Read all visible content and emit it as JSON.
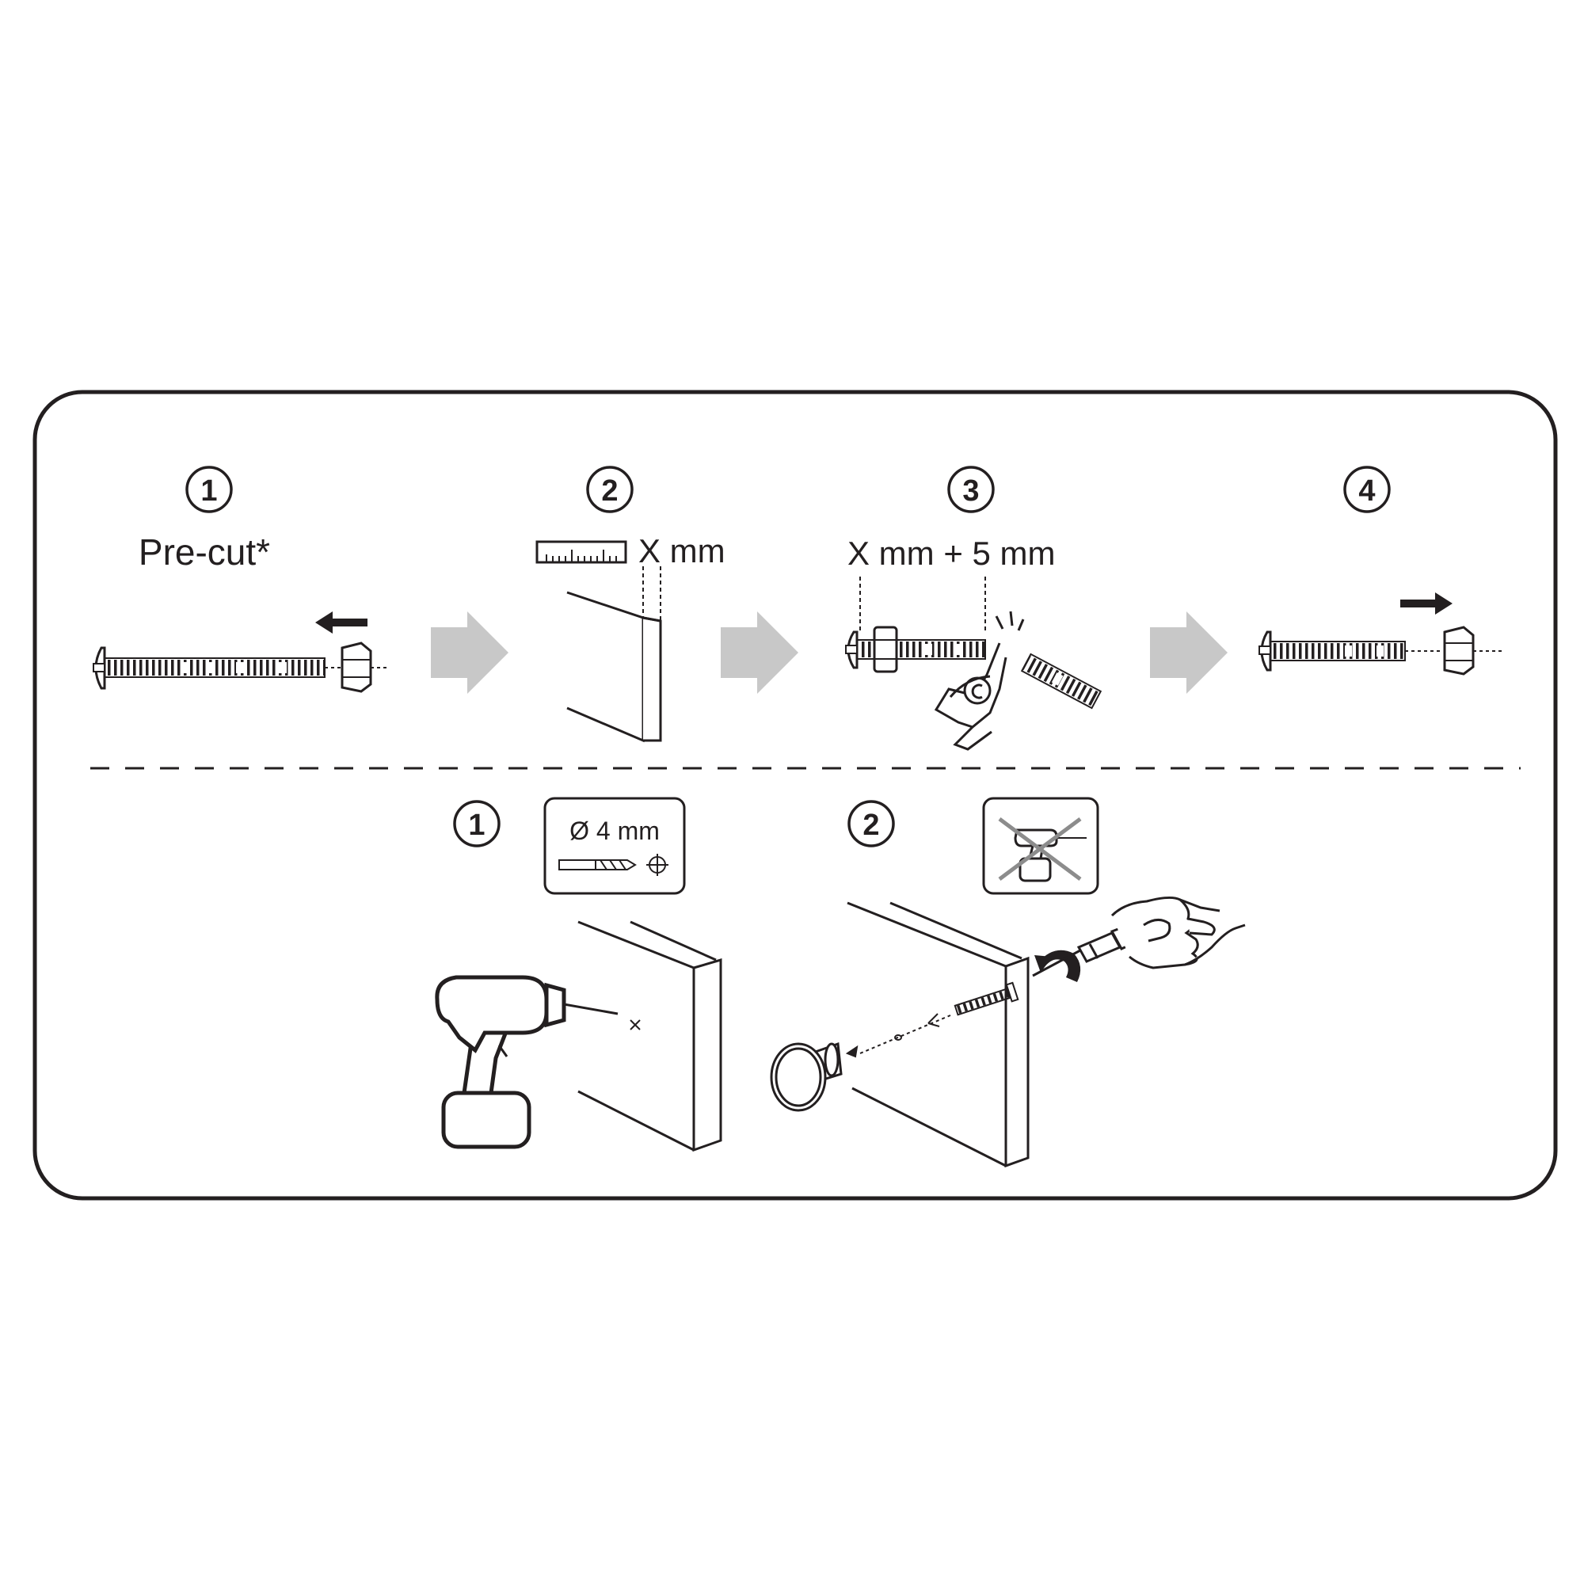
{
  "instructions": {
    "top_row": {
      "steps": [
        {
          "number": "1",
          "label": "Pre-cut*"
        },
        {
          "number": "2",
          "label": "X mm"
        },
        {
          "number": "3",
          "label": "X mm + 5 mm"
        },
        {
          "number": "4",
          "label": ""
        }
      ]
    },
    "bottom_row": {
      "steps": [
        {
          "number": "1",
          "drill_spec": "Ø 4 mm"
        },
        {
          "number": "2",
          "note_icon": "no-power-drill-icon"
        }
      ]
    }
  },
  "colors": {
    "line": "#231f20",
    "arrow_fill": "#c8c8c8",
    "background": "#ffffff"
  }
}
